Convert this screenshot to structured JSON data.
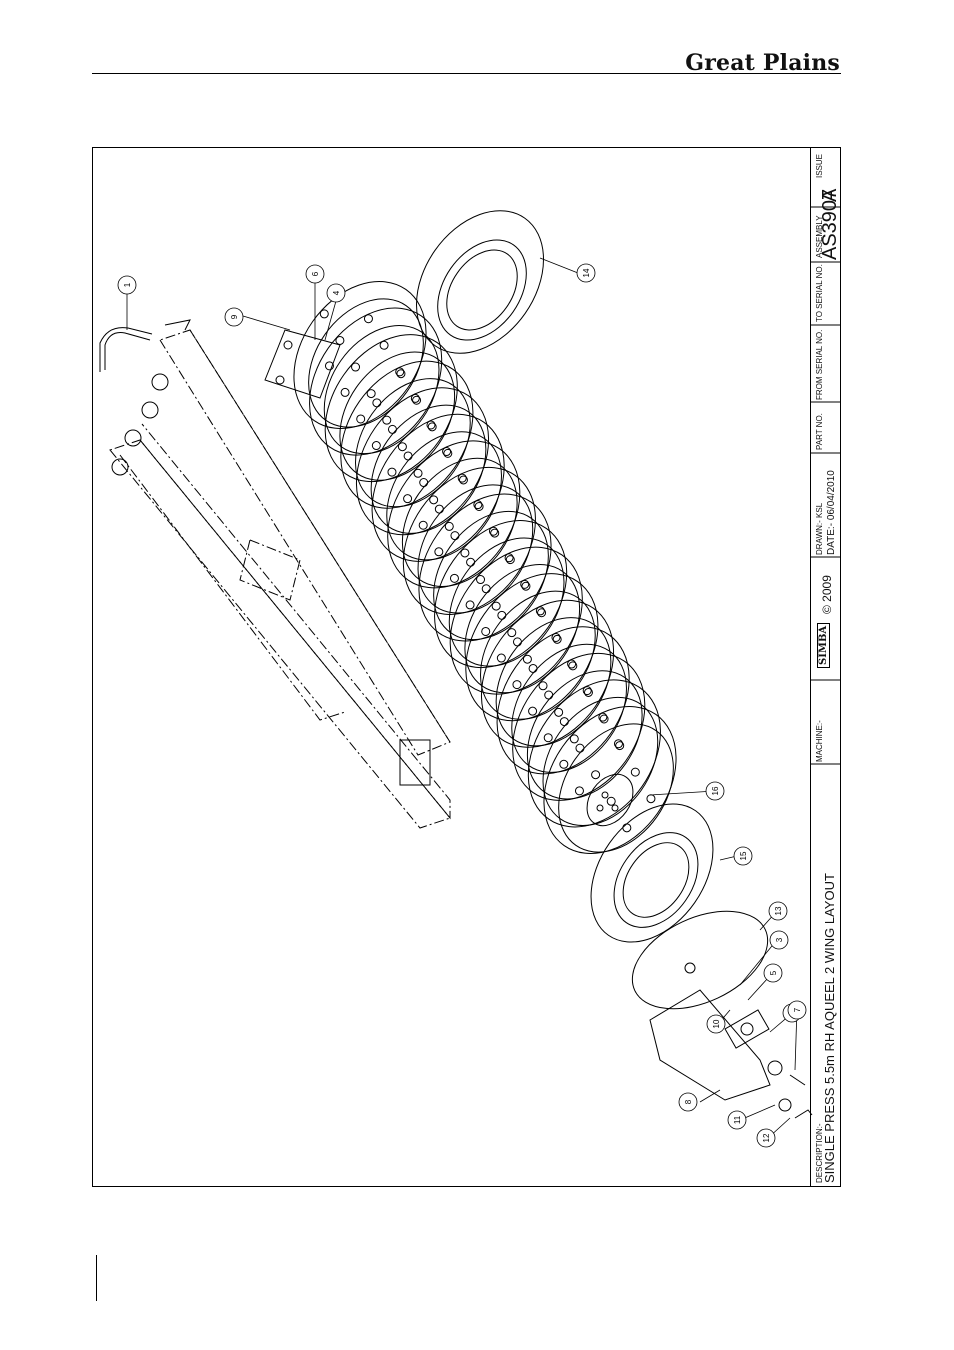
{
  "header": {
    "brand": "Great Plains"
  },
  "title_block": {
    "issue_label": "ISSUE",
    "issue_value": "A",
    "assembly_label": "ASSEMBLY",
    "assembly_value": "AS3907",
    "to_serial_label": "TO SERIAL NO.",
    "from_serial_label": "FROM SERIAL NO.",
    "part_no_label": "PART NO.",
    "drawn": "DRAWN:- KSL",
    "date": "DATE:- 06/04/2010",
    "logo_text": "SIMBA",
    "copyright": "© 2009",
    "machine_label": "MACHINE:-",
    "description_label": "DESCRIPTION:-",
    "description_value": "SINGLE PRESS 5.5m RH AQUEEL 2 WING LAYOUT"
  },
  "callouts": [
    "1",
    "2",
    "3",
    "4",
    "5",
    "6",
    "7",
    "8",
    "9",
    "10",
    "11",
    "12",
    "13",
    "14",
    "15",
    "16"
  ]
}
